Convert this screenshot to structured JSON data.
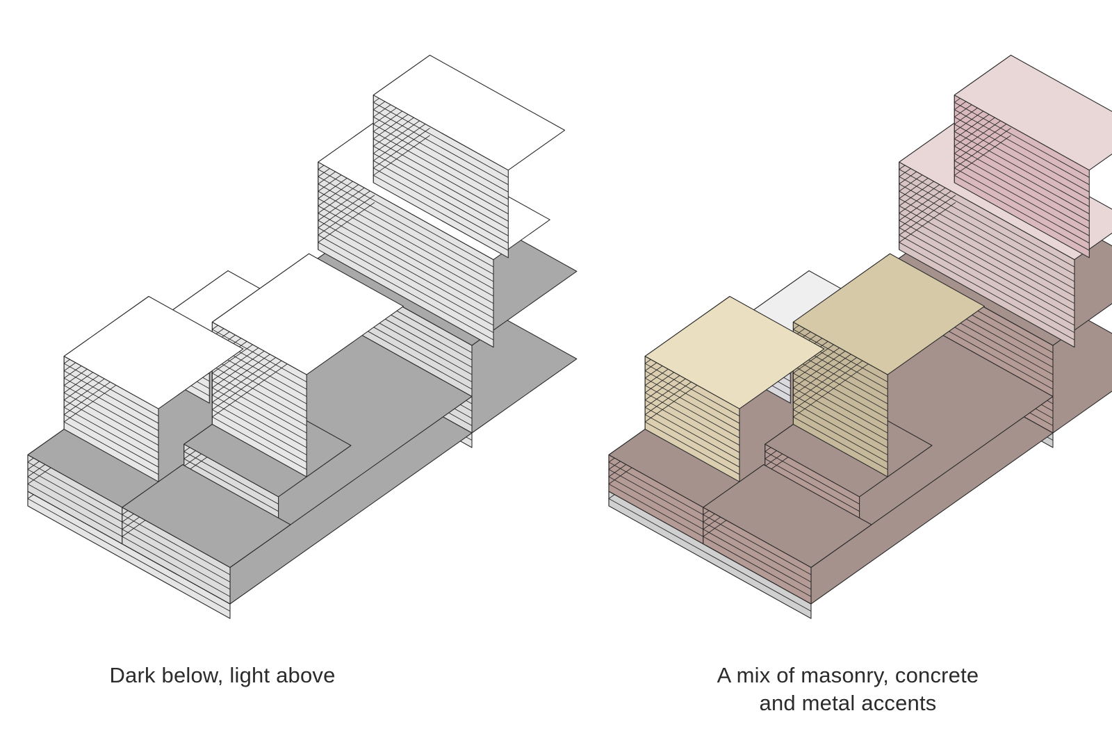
{
  "panels": [
    {
      "caption_lines": [
        "Dark below, light above"
      ],
      "colors": {
        "podium_left": "#c9c9c9",
        "podium_right": "#dcdcdc",
        "podium_top": "#a9a9a9",
        "tower_top": "#ffffff",
        "tower_left": "#f2f2f2",
        "tower_right": "#e7e7e7",
        "tower_back_top": "#ffffff",
        "slab_left": "#f3f3f3",
        "slab_right": "#e4e4e4",
        "base_band": "#e5e5e5",
        "line": "#2a2a2a"
      }
    },
    {
      "caption_lines": [
        "A mix of masonry, concrete",
        "and metal accents"
      ],
      "colors": {
        "podium_left": "#a9918c",
        "podium_right": "#b49b96",
        "podium_top": "#a5928d",
        "tower_top": "#ead9d9",
        "tower_left": "#e3c3c6",
        "tower_right": "#d9b9bb",
        "tower_back_top": "#e8d7d6",
        "slab_left": "#e3d1cf",
        "slab_right": "#d8c5c3",
        "white_top": "#efefef",
        "white_left": "#e6e6ea",
        "white_right": "#d9d9de",
        "cream_top": "#eadfc0",
        "cream_left": "#e8dcc0",
        "cream_right": "#dccfb1",
        "tan_top": "#d6c9a8",
        "tan_left": "#d2c4a7",
        "tan_right": "#c6b89a",
        "base_band": "#d0d0d0",
        "line": "#2a2a2a"
      }
    }
  ]
}
